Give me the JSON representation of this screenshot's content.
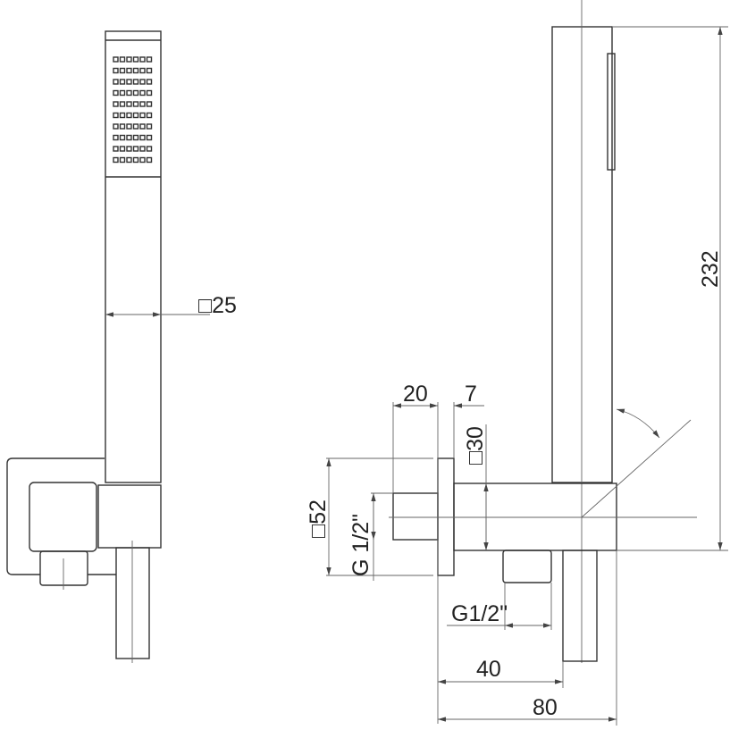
{
  "title": "Hand shower with wall bracket - dimension drawing",
  "dimensions": {
    "handle_section": "□25",
    "total_height": "232",
    "nipple_length": "20",
    "plate_thickness": "7",
    "body_section": "□30",
    "plate_section": "□52",
    "wall_thread": "G 1/2\"",
    "outlet_thread": "G1/2\"",
    "outlet_offset": "40",
    "projection": "80"
  }
}
